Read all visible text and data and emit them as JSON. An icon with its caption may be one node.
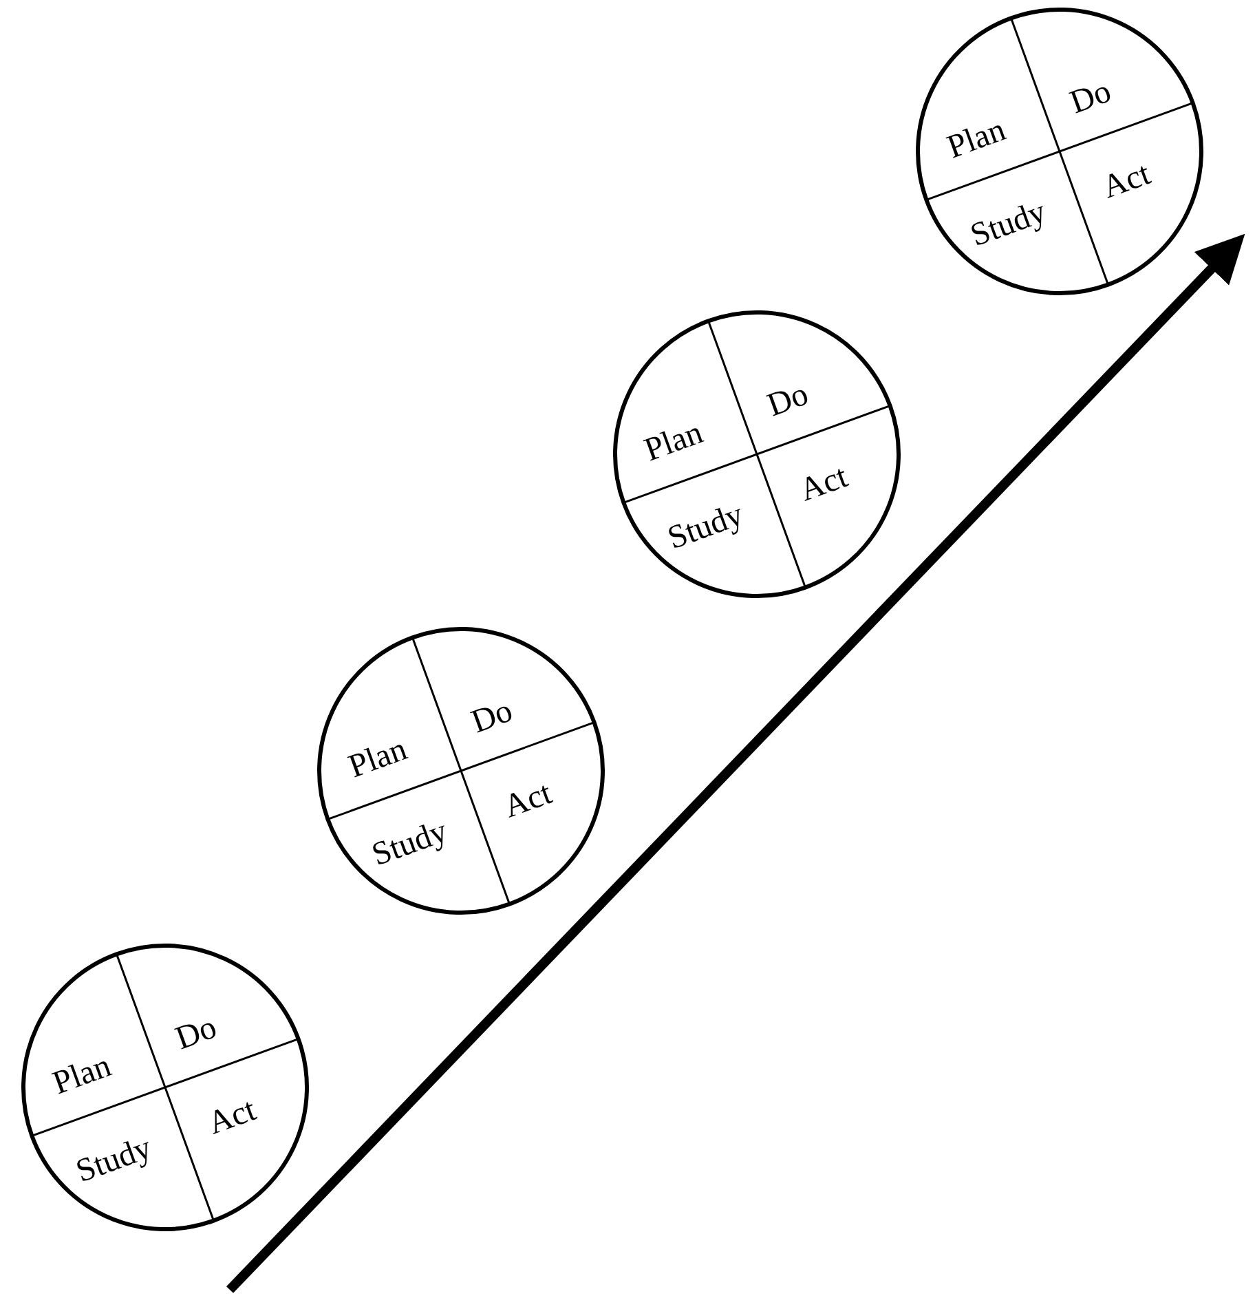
{
  "diagram": {
    "nodes": [
      {
        "text": [
          "Plan",
          "Do",
          "Study",
          "Act"
        ]
      },
      {
        "text": [
          "Plan",
          "Do",
          "Study",
          "Act"
        ]
      },
      {
        "text": [
          "Plan",
          "Do",
          "Study",
          "Act"
        ]
      },
      {
        "text": [
          "Plan",
          "Do",
          "Study",
          "Act"
        ]
      }
    ],
    "edges": []
  }
}
